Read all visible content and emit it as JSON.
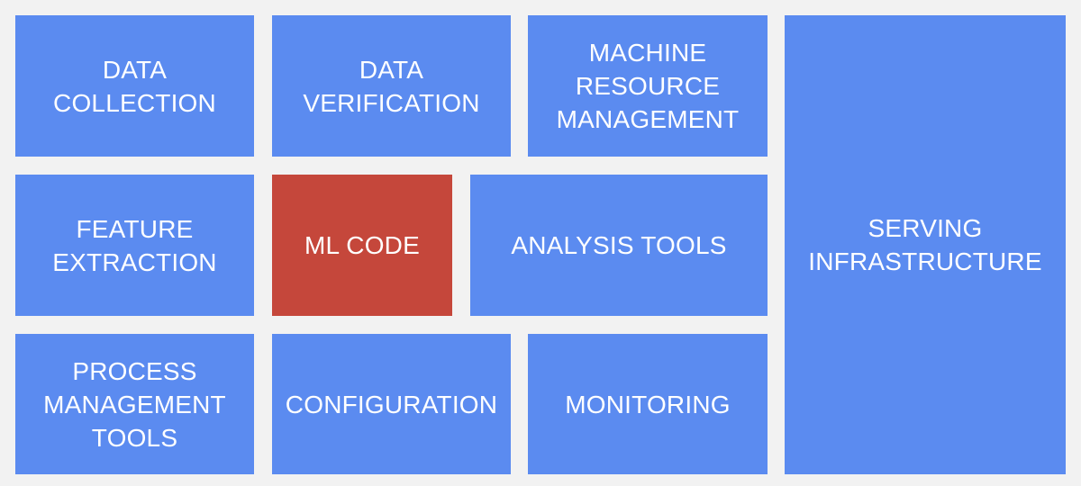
{
  "diagram": {
    "colors": {
      "background": "#f2f2f2",
      "component": "#5b8bf0",
      "highlight": "#c5473b",
      "text": "#ffffff"
    },
    "boxes": [
      {
        "id": "data-collection",
        "label": "DATA\nCOLLECTION",
        "highlight": false
      },
      {
        "id": "data-verification",
        "label": "DATA\nVERIFICATION",
        "highlight": false
      },
      {
        "id": "machine-resource-management",
        "label": "MACHINE\nRESOURCE\nMANAGEMENT",
        "highlight": false
      },
      {
        "id": "serving-infrastructure",
        "label": "SERVING\nINFRASTRUCTURE",
        "highlight": false
      },
      {
        "id": "feature-extraction",
        "label": "FEATURE\nEXTRACTION",
        "highlight": false
      },
      {
        "id": "ml-code",
        "label": "ML CODE",
        "highlight": true
      },
      {
        "id": "analysis-tools",
        "label": "ANALYSIS TOOLS",
        "highlight": false
      },
      {
        "id": "process-management-tools",
        "label": "PROCESS\nMANAGEMENT\nTOOLS",
        "highlight": false
      },
      {
        "id": "configuration",
        "label": "CONFIGURATION",
        "highlight": false
      },
      {
        "id": "monitoring",
        "label": "MONITORING",
        "highlight": false
      }
    ]
  }
}
